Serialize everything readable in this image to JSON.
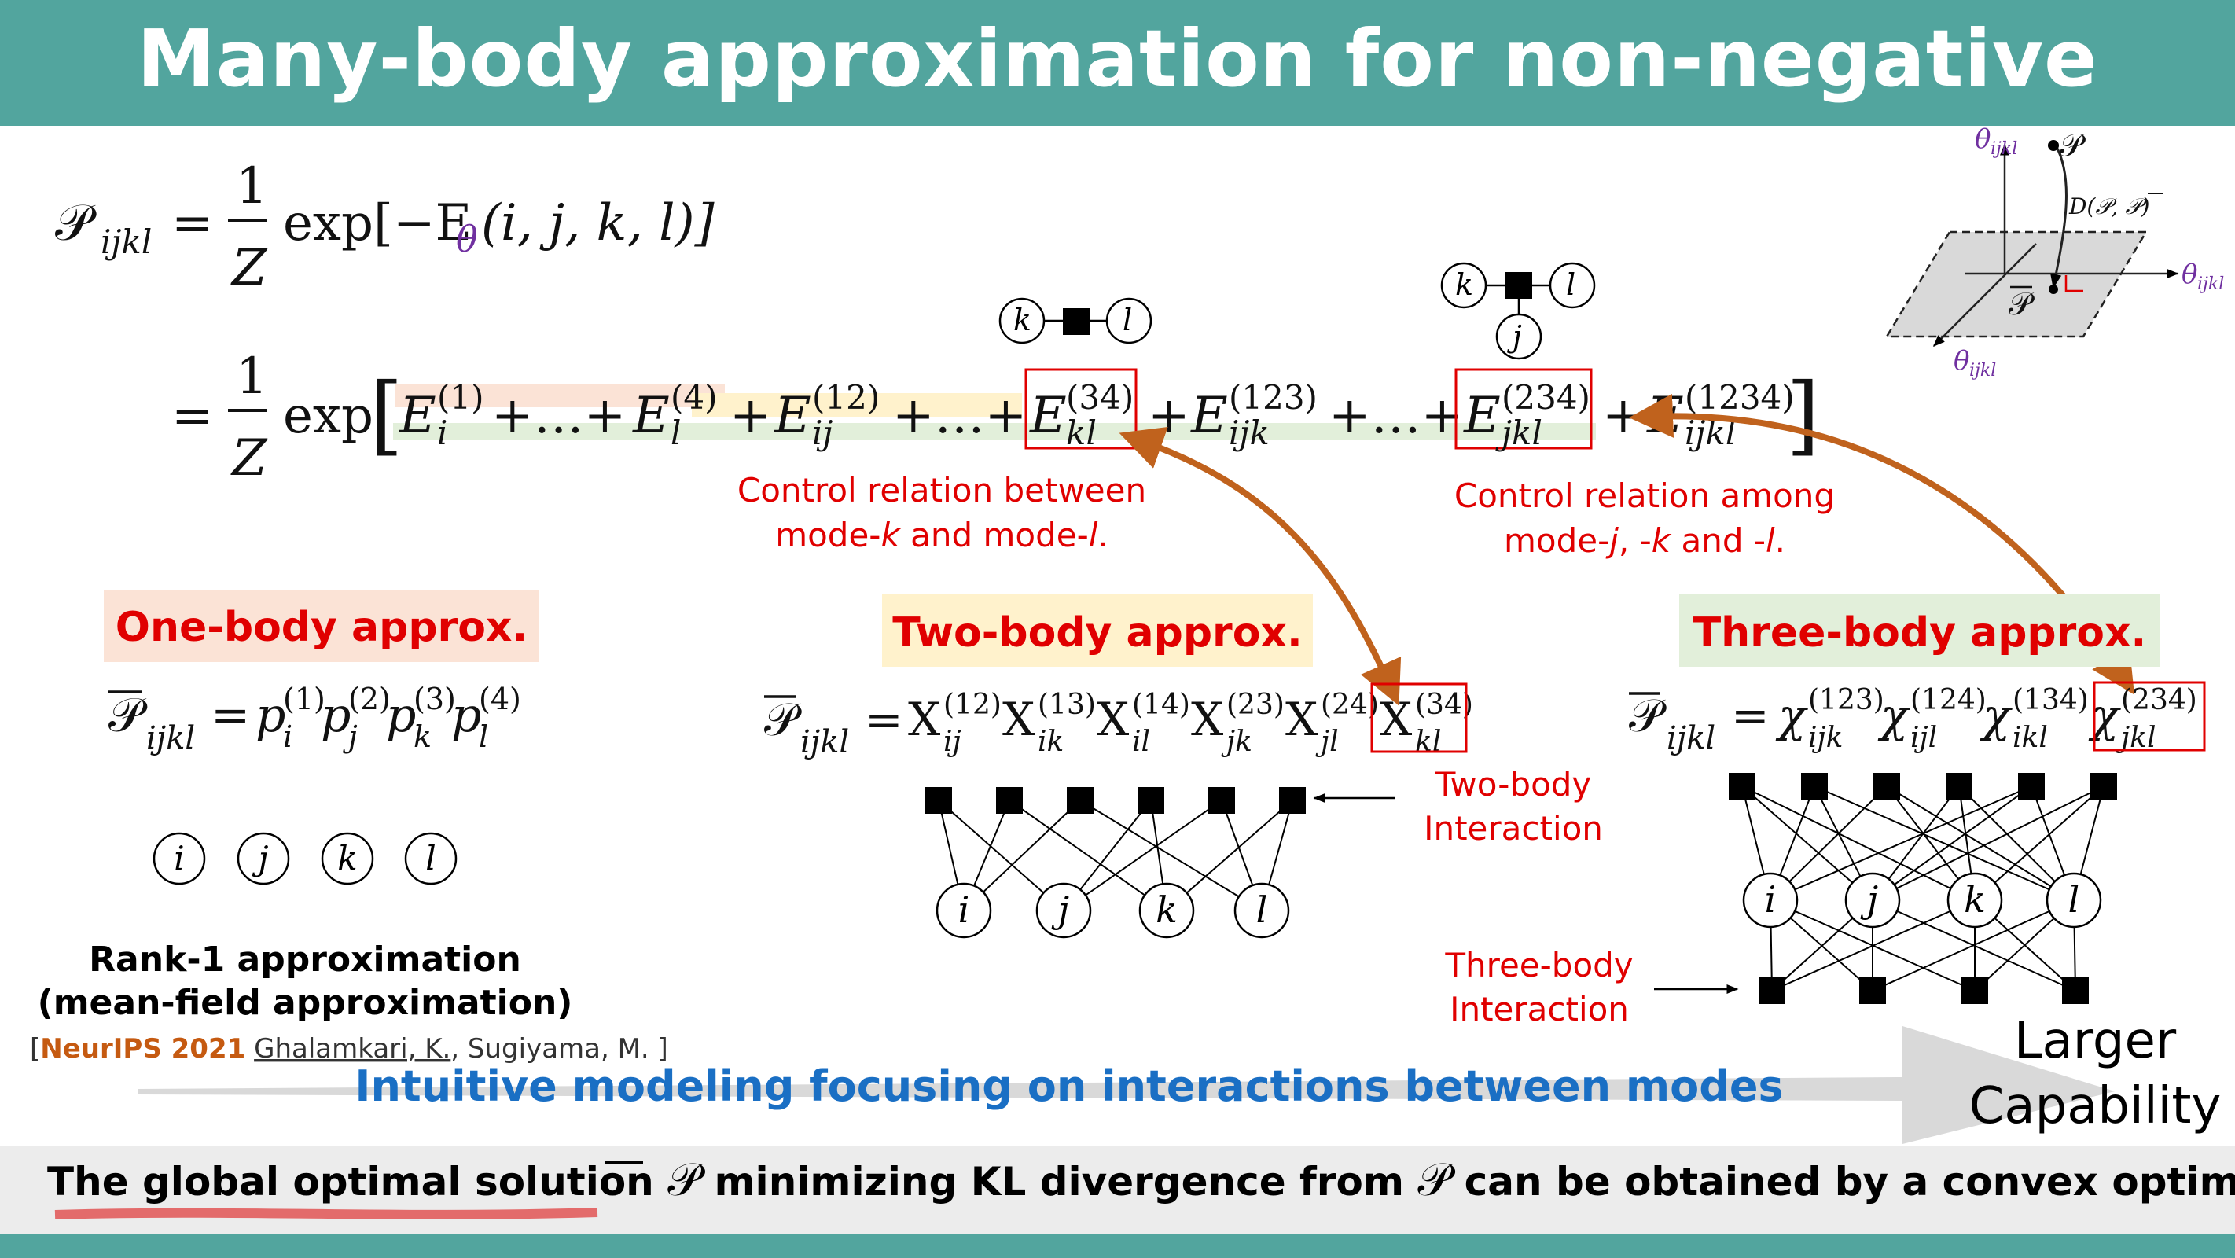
{
  "slide": {
    "title": "Many-body approximation for non-negative tensors"
  },
  "equation": {
    "lhs": "𝒫",
    "lhs_sub": "ijkl",
    "equals": "=",
    "frac_num": "1",
    "frac_den": "Z",
    "exp_head": "exp[−E",
    "theta": "θ",
    "exp_args": "(i, j, k, l)]",
    "exp_word": "exp",
    "term_e1_sup": "(1)",
    "term_e1_sub": "i",
    "term_e4_sup": "(4)",
    "term_e4_sub": "l",
    "term_e12_sup": "(12)",
    "term_e12_sub": "ij",
    "term_e34_sup": "(34)",
    "term_e34_sub": "kl",
    "term_e123_sup": "(123)",
    "term_e123_sub": "ijk",
    "term_e234_sup": "(234)",
    "term_e234_sub": "jkl",
    "term_e1234_sup": "(1234)",
    "term_e1234_sub": "ijkl",
    "E": "E",
    "plus": "+",
    "dots": "+…+"
  },
  "callouts": {
    "two_body_line1": "Control relation between",
    "two_body_line2_prefix": "mode-",
    "two_body_line2_k": "k",
    "two_body_line2_mid": " and mode-",
    "two_body_line2_l": "l",
    "two_body_line2_end": ".",
    "three_body_line1": "Control relation among",
    "three_body_line2_prefix": "mode-",
    "three_body_line2_j": "j",
    "three_body_line2_mid1": ", -",
    "three_body_line2_k": "k",
    "three_body_line2_mid2": "  and -",
    "three_body_line2_l": "l",
    "three_body_line2_end": "."
  },
  "mini_graphs": {
    "two_body_nodes": [
      "k",
      "l"
    ],
    "three_body_nodes": [
      "k",
      "l",
      "j"
    ]
  },
  "inset": {
    "theta_label": "θ",
    "theta_sub": "ijkl",
    "p_label": "𝒫",
    "p_bar_label": "𝒫",
    "divergence": "D(𝒫, 𝒫)"
  },
  "panels": {
    "one_body": {
      "title": "One-body approx.",
      "formula_lhs": "𝒫",
      "formula_sub": "ijkl",
      "formula_rhs_terms": [
        {
          "base": "p",
          "sup": "(1)",
          "sub": "i"
        },
        {
          "base": "p",
          "sup": "(2)",
          "sub": "j"
        },
        {
          "base": "p",
          "sup": "(3)",
          "sub": "k"
        },
        {
          "base": "p",
          "sup": "(4)",
          "sub": "l"
        }
      ],
      "nodes": [
        "i",
        "j",
        "k",
        "l"
      ],
      "caption_line1": "Rank-1 approximation",
      "caption_line2": "(mean-field approximation)",
      "citation_open": "[",
      "citation_venue": "NeurIPS 2021",
      "citation_author1": "Ghalamkari, K.",
      "citation_rest": ", Sugiyama, M. ]"
    },
    "two_body": {
      "title": "Two-body approx.",
      "formula_lhs": "𝒫",
      "formula_sub": "ijkl",
      "formula_terms": [
        {
          "base": "X",
          "sup": "(12)",
          "sub": "ij"
        },
        {
          "base": "X",
          "sup": "(13)",
          "sub": "ik"
        },
        {
          "base": "X",
          "sup": "(14)",
          "sub": "il"
        },
        {
          "base": "X",
          "sup": "(23)",
          "sub": "jk"
        },
        {
          "base": "X",
          "sup": "(24)",
          "sub": "jl"
        },
        {
          "base": "X",
          "sup": "(34)",
          "sub": "kl"
        }
      ],
      "nodes": [
        "i",
        "j",
        "k",
        "l"
      ],
      "interaction_line1": "Two-body",
      "interaction_line2": "Interaction"
    },
    "three_body": {
      "title": "Three-body approx.",
      "formula_lhs": "𝒫",
      "formula_sub": "ijkl",
      "formula_terms": [
        {
          "base": "χ",
          "sup": "(123)",
          "sub": "ijk"
        },
        {
          "base": "χ",
          "sup": "(124)",
          "sub": "ijl"
        },
        {
          "base": "χ",
          "sup": "(134)",
          "sub": "ikl"
        },
        {
          "base": "χ",
          "sup": "(234)",
          "sub": "jkl"
        }
      ],
      "nodes": [
        "i",
        "j",
        "k",
        "l"
      ],
      "interaction_line1": "Three-body",
      "interaction_line2": "Interaction"
    }
  },
  "arrow_banner": {
    "text": "Intuitive modeling focusing on interactions between modes",
    "end_line1": "Larger",
    "end_line2": "Capability"
  },
  "footer": {
    "prefix": "The global optimal solution",
    "symbol": "𝒫",
    "middle": "minimizing KL divergence from",
    "symbol2": "𝒫",
    "suffix": "can be obtained by a convex optimization."
  },
  "colors": {
    "header_bg": "#52a59e",
    "accent_red": "#e00000",
    "arrow_orange": "#c0621d",
    "banner_blue": "#1a6fc4",
    "purple": "#7030a0",
    "one_body_bg": "#fbe3d6",
    "two_body_bg": "#fff2cc",
    "three_body_bg": "#e2efda",
    "citation_orange": "#c55a11"
  }
}
